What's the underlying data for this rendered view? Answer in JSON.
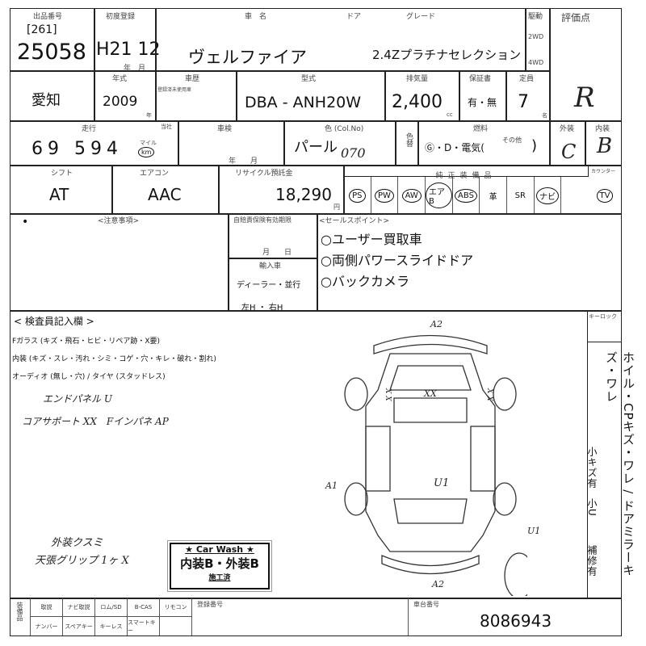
{
  "header": {
    "lot_label": "出品番号",
    "lot_sub": "[261]",
    "lot_number": "25058",
    "first_reg_label": "初度登録",
    "first_reg": "H21 12",
    "first_reg_units": "年　月",
    "car_name_label": "車　名",
    "car_name": "ヴェルファイア",
    "door_label": "ドア",
    "grade_label": "グレード",
    "grade": "2.4Zプラチナセレクション",
    "drive_label": "駆動",
    "drive_2wd": "2WD",
    "drive_4wd": "4WD",
    "score_label": "評価点",
    "score": "R"
  },
  "row2": {
    "region": "愛知",
    "year_label": "年式",
    "year": "2009",
    "year_unit": "年",
    "history_label": "車歴",
    "history_sub": "登録済未使用車",
    "model_label": "型式",
    "model": "DBA - ANH20W",
    "displacement_label": "排気量",
    "displacement": "2,400",
    "displacement_unit": "cc",
    "warranty_label": "保証書",
    "warranty": "有・無",
    "capacity_label": "定員",
    "capacity": "7",
    "capacity_unit": "名"
  },
  "row3": {
    "mileage_label": "走行",
    "mileage_unit_label": "当社",
    "mileage": "69 594",
    "mileage_unit_miles": "マイル",
    "mileage_unit": "km",
    "inspection_label": "車検",
    "inspection_units": "年　　月",
    "color_label": "色 (Col.No)",
    "color": "パール",
    "color_no": "070",
    "color_change_label": "色替",
    "fuel_label": "燃料",
    "fuel": "Ⓖ・D・電気(",
    "fuel_other": "その他",
    "exterior_label": "外装",
    "exterior": "C",
    "interior_label": "内装",
    "interior": "B"
  },
  "row4": {
    "shift_label": "シフト",
    "shift": "AT",
    "ac_label": "エアコン",
    "ac": "AAC",
    "recycle_label": "リサイクル預託金",
    "recycle": "18,290",
    "recycle_unit": "円",
    "equipment_label": "純正装備品",
    "equipment": [
      "PS",
      "PW",
      "AW",
      "エアB",
      "ABS",
      "革",
      "SR",
      "ナビ",
      "TV"
    ],
    "equipment_circled": [
      true,
      true,
      true,
      true,
      true,
      false,
      false,
      true,
      true
    ],
    "counter_label": "カウンター"
  },
  "notes": {
    "caution_label": "<注意事項>",
    "ins_expiry_label": "自賠責保険有効期限",
    "ins_units": "月　　日",
    "import_label": "輸入車",
    "import_value": "ディーラー・並行",
    "handle": "左H ・ 右H",
    "sales_label": "<セールスポイント>",
    "sales_points": [
      "○ユーザー買取車",
      "○両側パワースライドドア",
      "○バックカメラ"
    ]
  },
  "inspector": {
    "label": "< 検査員記入欄 >",
    "lines": [
      "Fガラス (キズ・飛石・ヒビ・リペア跡・X要)",
      "内装 (キズ・スレ・汚れ・シミ・コゲ・穴・キレ・破れ・割れ)",
      "オーディオ (無し・穴) / タイヤ (スタッドレス)"
    ],
    "handwritten": [
      "エンドパネル U",
      "コアサポート XX　Fインパネ AP",
      "外装クスミ",
      "天張グリップ 1ヶ X"
    ],
    "diagram_marks": [
      "A2",
      "XX",
      "X X",
      "X X",
      "A1",
      "U1",
      "U1",
      "A2"
    ]
  },
  "carwash": {
    "title": "★ Car Wash ★",
    "body": "内装B・外装B",
    "done": "施工済"
  },
  "right_column": {
    "keylock": "キーロック",
    "text": "ホイル・CPキズ・ワレ / ドアミラーキズ・ワレ",
    "sub": [
      "小キズ有",
      "小U",
      "補修有"
    ]
  },
  "footer": {
    "accessories_label": "装備品",
    "items_top": [
      "取説",
      "ナビ取説",
      "ロム/SD",
      "B-CAS",
      "リモコン"
    ],
    "items_bottom": [
      "ナンバー",
      "スペアキー",
      "キーレス",
      "スマートキー",
      ""
    ],
    "reg_no_label": "登録番号",
    "chassis_label": "車台番号",
    "chassis_no": "8086943"
  }
}
